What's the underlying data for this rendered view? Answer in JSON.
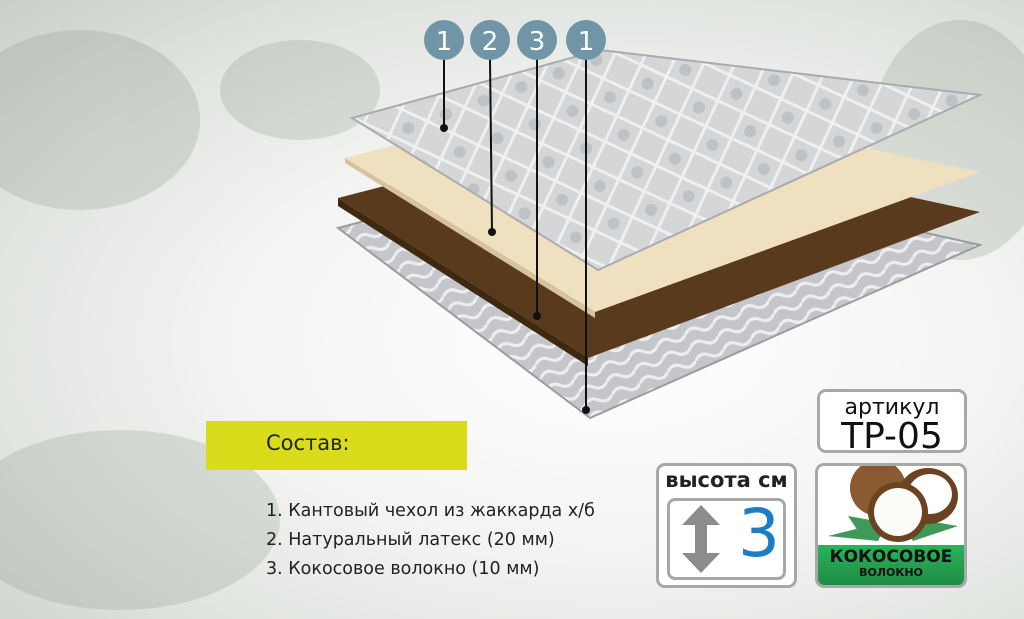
{
  "layer_markers": [
    "1",
    "2",
    "3",
    "1"
  ],
  "composition": {
    "title": "Состав:",
    "items": [
      "1. Кантовый чехол из жаккарда х/б",
      "2. Натуральный латекс (20 мм)",
      "3. Кокосовое волокно (10 мм)"
    ]
  },
  "article": {
    "label": "артикул",
    "code": "TP-05"
  },
  "height": {
    "label": "высота см",
    "value": "3"
  },
  "material": {
    "line1": "КОКОСОВОЕ",
    "line2": "ВОЛОКНО"
  },
  "colors": {
    "accent": "#d9dc1a",
    "marker": "#6f95a6",
    "height_value": "#1b7ec4",
    "green": "#2bb35a"
  }
}
